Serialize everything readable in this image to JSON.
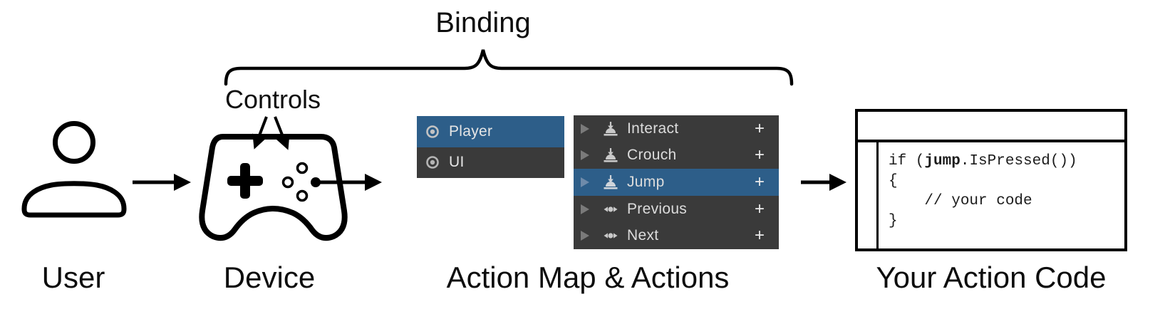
{
  "labels": {
    "binding": "Binding",
    "controls": "Controls",
    "user": "User",
    "device": "Device",
    "action_map": "Action Map & Actions",
    "action_code": "Your Action Code"
  },
  "colors": {
    "selection_blue": "#2D5E89",
    "panel_dark": "#3A3A3A",
    "icon_gray": "#C9C9C9",
    "triangle_gray": "#7A7A7A",
    "triangle_selected": "#6F8BAA"
  },
  "action_map_panel": {
    "items": [
      {
        "label": "Player",
        "icon": "action-map-icon",
        "selected": true
      },
      {
        "label": "UI",
        "icon": "action-map-icon",
        "selected": false
      }
    ]
  },
  "actions_panel": {
    "add_symbol": "+",
    "rows": [
      {
        "label": "Interact",
        "icon": "button-press-icon",
        "selected": false
      },
      {
        "label": "Crouch",
        "icon": "button-press-icon",
        "selected": false
      },
      {
        "label": "Jump",
        "icon": "button-press-icon",
        "selected": true
      },
      {
        "label": "Previous",
        "icon": "axis-icon",
        "selected": false
      },
      {
        "label": "Next",
        "icon": "axis-icon",
        "selected": false
      }
    ]
  },
  "code_box": {
    "line1_pre": "if (",
    "line1_bold": "jump",
    "line1_post": ".IsPressed())",
    "line2": "{",
    "line3": "    // your code",
    "line4": "}"
  }
}
